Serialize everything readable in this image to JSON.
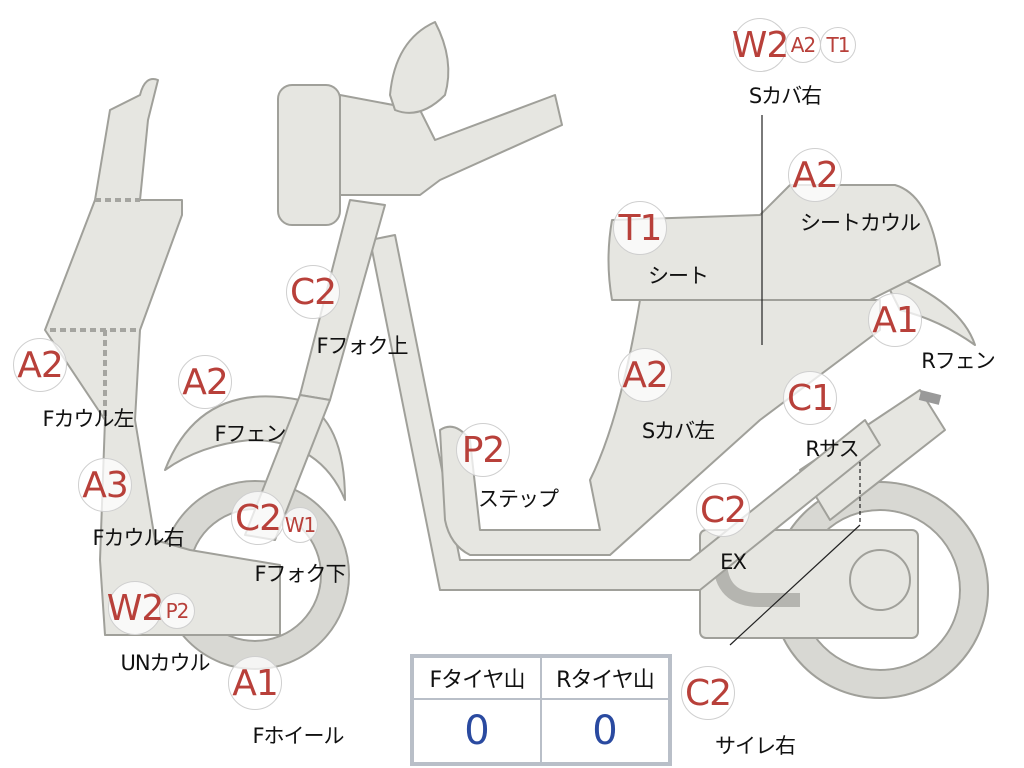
{
  "colors": {
    "code": "#b8403a",
    "body_fill": "#e6e6e1",
    "body_stroke": "#a0a09a",
    "tire_value": "#2a4aa0"
  },
  "parts": [
    {
      "label": "Sカバ右",
      "codes": [
        "W2",
        "A2",
        "T1"
      ]
    },
    {
      "label": "シートカウル",
      "codes": [
        "A2"
      ]
    },
    {
      "label": "シート",
      "codes": [
        "T1"
      ]
    },
    {
      "label": "Rフェン",
      "codes": [
        "A1"
      ]
    },
    {
      "label": "Sカバ左",
      "codes": [
        "A2"
      ]
    },
    {
      "label": "Rサス",
      "codes": [
        "C1"
      ]
    },
    {
      "label": "ステップ",
      "codes": [
        "P2"
      ]
    },
    {
      "label": "EX",
      "codes": [
        "C2"
      ]
    },
    {
      "label": "サイレ右",
      "codes": [
        "C2"
      ]
    },
    {
      "label": "Fフォク上",
      "codes": [
        "C2"
      ]
    },
    {
      "label": "Fフェン",
      "codes": [
        "A2"
      ]
    },
    {
      "label": "Fカウル左",
      "codes": [
        "A2"
      ]
    },
    {
      "label": "Fカウル右",
      "codes": [
        "A3"
      ]
    },
    {
      "label": "Fフォク下",
      "codes": [
        "C2",
        "W1"
      ]
    },
    {
      "label": "UNカウル",
      "codes": [
        "W2",
        "P2"
      ]
    },
    {
      "label": "Fホイール",
      "codes": [
        "A1"
      ]
    }
  ],
  "tire_table": {
    "headers": [
      "Fタイヤ山",
      "Rタイヤ山"
    ],
    "values": [
      "0",
      "0"
    ]
  }
}
